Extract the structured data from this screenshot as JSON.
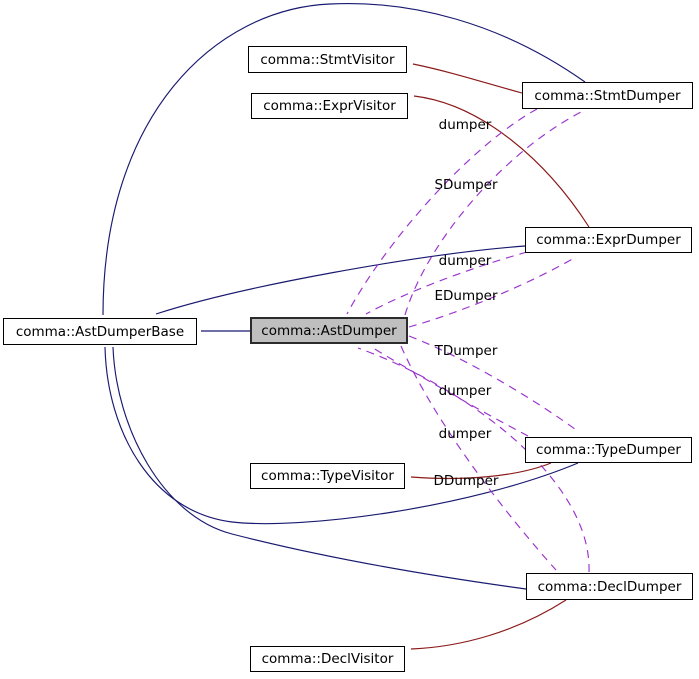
{
  "diagram": {
    "type": "doxygen-collaboration-graph",
    "background": "#ffffff",
    "colors": {
      "inheritance_edge": "#191970",
      "private_inheritance_edge": "#8b1a1a",
      "usage_edge_dashed": "#9a32cd",
      "node_fill": "#ffffff",
      "selected_node_fill": "#bfbfbf",
      "node_border": "#000000",
      "text": "#000000"
    },
    "nodes": {
      "stmt_visitor": {
        "label": "comma::StmtVisitor"
      },
      "expr_visitor": {
        "label": "comma::ExprVisitor"
      },
      "stmt_dumper": {
        "label": "comma::StmtDumper"
      },
      "expr_dumper": {
        "label": "comma::ExprDumper"
      },
      "ast_dumper_base": {
        "label": "comma::AstDumperBase"
      },
      "ast_dumper": {
        "label": "comma::AstDumper",
        "selected": true
      },
      "type_visitor": {
        "label": "comma::TypeVisitor"
      },
      "type_dumper": {
        "label": "comma::TypeDumper"
      },
      "decl_dumper": {
        "label": "comma::DeclDumper"
      },
      "decl_visitor": {
        "label": "comma::DeclVisitor"
      }
    },
    "edge_labels": {
      "stmt_dumper_member": "dumper",
      "sdumper": "SDumper",
      "expr_dumper_member": "dumper",
      "edumper": "EDumper",
      "tdumper": "TDumper",
      "type_dumper_member": "dumper",
      "decl_dumper_member": "dumper",
      "ddumper": "DDumper"
    }
  }
}
